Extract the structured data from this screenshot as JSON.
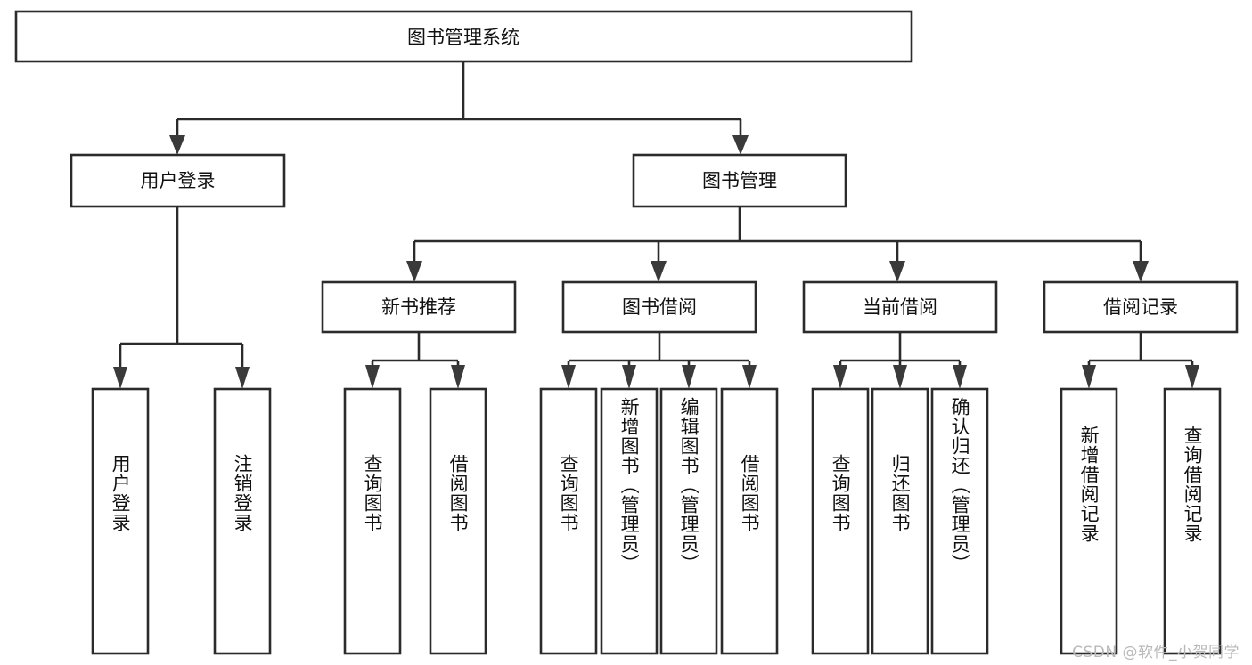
{
  "diagram": {
    "type": "tree-hierarchy",
    "orientation": "top-down",
    "title_node": {
      "label": "图书管理系统"
    },
    "level2": [
      {
        "id": "user-login",
        "label": "用户登录"
      },
      {
        "id": "book-manage",
        "label": "图书管理"
      }
    ],
    "level3": [
      {
        "id": "new-book-recommend",
        "label": "新书推荐",
        "parent": "book-manage"
      },
      {
        "id": "book-borrow",
        "label": "图书借阅",
        "parent": "book-manage"
      },
      {
        "id": "current-borrow",
        "label": "当前借阅",
        "parent": "book-manage"
      },
      {
        "id": "borrow-record",
        "label": "借阅记录",
        "parent": "book-manage"
      }
    ],
    "leaves": [
      {
        "id": "leaf-user-login",
        "label": "用户登录",
        "parent": "user-login"
      },
      {
        "id": "leaf-logout-login",
        "label": "注销登录",
        "parent": "user-login"
      },
      {
        "id": "leaf-query-book-1",
        "label": "查询图书",
        "parent": "new-book-recommend"
      },
      {
        "id": "leaf-borrow-book-1",
        "label": "借阅图书",
        "parent": "new-book-recommend"
      },
      {
        "id": "leaf-query-book-2",
        "label": "查询图书",
        "parent": "book-borrow"
      },
      {
        "id": "leaf-add-book",
        "label": "新增图书（管理员）",
        "parent": "book-borrow"
      },
      {
        "id": "leaf-edit-book",
        "label": "编辑图书（管理员）",
        "parent": "book-borrow"
      },
      {
        "id": "leaf-borrow-book-2",
        "label": "借阅图书",
        "parent": "book-borrow"
      },
      {
        "id": "leaf-query-book-3",
        "label": "查询图书",
        "parent": "current-borrow"
      },
      {
        "id": "leaf-return-book",
        "label": "归还图书",
        "parent": "current-borrow"
      },
      {
        "id": "leaf-confirm-return",
        "label": "确认归还（管理员）",
        "parent": "current-borrow"
      },
      {
        "id": "leaf-add-record",
        "label": "新增借阅记录",
        "parent": "borrow-record"
      },
      {
        "id": "leaf-query-record",
        "label": "查询借阅记录",
        "parent": "borrow-record"
      }
    ],
    "watermark": "CSDN @软件_小贺同学",
    "colors": {
      "box_stroke": "#2b2b2b",
      "box_fill": "#ffffff",
      "text": "#111111",
      "arrow": "#3a3a3a",
      "watermark": "#b9b9b9",
      "background": "#ffffff"
    }
  }
}
